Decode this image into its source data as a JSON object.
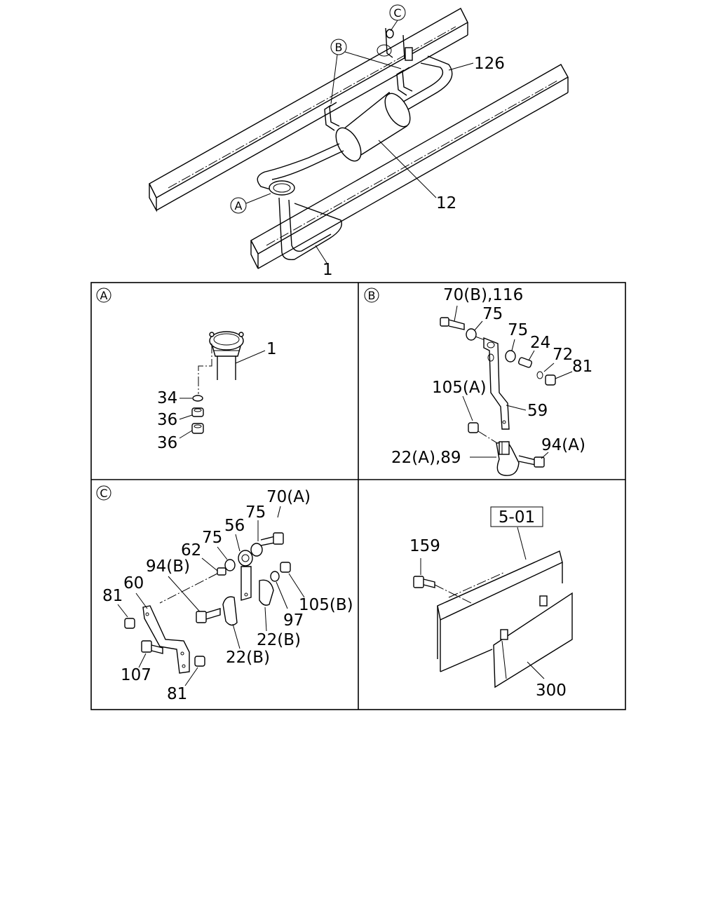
{
  "overview": {
    "callouts": [
      "C",
      "B",
      "A"
    ],
    "part_labels": [
      "126",
      "12",
      "1"
    ]
  },
  "panel_a": {
    "tag": "A",
    "labels": [
      "1",
      "34",
      "36",
      "36"
    ]
  },
  "panel_b": {
    "tag": "B",
    "labels": [
      "70(B),116",
      "75",
      "75",
      "24",
      "72",
      "81",
      "105(A)",
      "59",
      "94(A)",
      "22(A),89"
    ]
  },
  "panel_c": {
    "tag": "C",
    "labels": [
      "70(A)",
      "75",
      "56",
      "75",
      "62",
      "94(B)",
      "60",
      "81",
      "105(B)",
      "97",
      "22(B)",
      "22(B)",
      "107",
      "81"
    ]
  },
  "panel_d": {
    "ref_box": "5-01",
    "labels": [
      "159",
      "300"
    ]
  }
}
